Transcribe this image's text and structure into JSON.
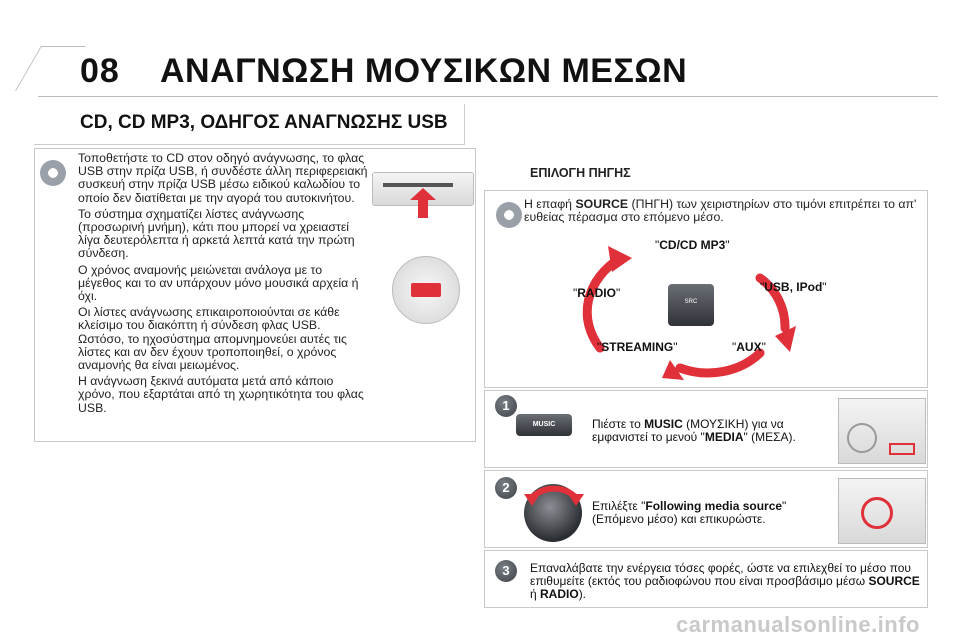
{
  "header": {
    "chapter": "08",
    "title": "ΑΝΑΓΝΩΣΗ ΜΟΥΣΙΚΩΝ ΜΕΣΩΝ",
    "subtitle": "CD, CD MP3, ΟΔΗΓΟΣ ΑΝΑΓΝΩΣΗΣ USB"
  },
  "left": {
    "paragraphs": [
      "Τοποθετήστε το CD στον οδηγό ανάγνωσης, το φλας USB στην πρίζα USB, ή συνδέστε άλλη περιφερειακή συσκευή στην πρίζα USB μέσω ειδικού καλωδίου το οποίο δεν διατίθεται με την αγορά του αυτοκινήτου.",
      "Το σύστημα σχηματίζει λίστες ανάγνωσης (προσωρινή μνήμη), κάτι που μπορεί να χρειαστεί λίγα δευτερόλεπτα ή αρκετά λεπτά κατά την πρώτη σύνδεση.",
      "Ο χρόνος αναμονής μειώνεται ανάλογα με το μέγεθος και το αν υπάρχουν μόνο μουσικά αρχεία ή όχι.",
      "Οι λίστες ανάγνωσης επικαιροποιούνται σε κάθε κλείσιμο του διακόπτη ή σύνδεση φλας USB. Ωστόσο, το ηχοσύστημα απομνημονεύει αυτές τις λίστες και αν δεν έχουν τροποποιηθεί, ο χρόνος αναμονής θα είναι μειωμένος.",
      "Η ανάγνωση ξεκινά αυτόματα μετά από κάποιο χρόνο, που εξαρτάται από τη χωρητικότητα του φλας USB."
    ]
  },
  "source": {
    "heading": "ΕΠΙΛΟΓΗ ΠΗΓΗΣ",
    "text_pre": "Η επαφή ",
    "text_bold": "SOURCE",
    "text_post": " (ΠΗΓΗ) των χειριστηρίων στο τιμόνι επιτρέπει το απ' ευθείας πέρασμα στο επόμενο μέσο.",
    "cycle": [
      "CD/CD MP3",
      "USB, IPod",
      "AUX",
      "STREAMING",
      "RADIO"
    ],
    "button_label": "SRC"
  },
  "steps": [
    {
      "num": "1",
      "pre": "Πιέστε το ",
      "bold": "MUSIC",
      "mid": " (ΜΟΥΣΙΚΗ) για να εμφανιστεί το μενού \"",
      "bold2": "MEDIA",
      "post": "\" (ΜΕΣΑ).",
      "button": "MUSIC"
    },
    {
      "num": "2",
      "pre": "Επιλέξτε \"",
      "bold": "Following media source",
      "post": "\" (Επόμενο μέσο) και επικυρώστε."
    },
    {
      "num": "3",
      "pre": "Επαναλάβατε την ενέργεια τόσες φορές, ώστε να επιλεχθεί το μέσο που επιθυμείτε (εκτός του ραδιοφώνου που είναι προσβάσιμο μέσω ",
      "bold": "SOURCE",
      "mid": " ή ",
      "bold2": "RADIO",
      "post": ")."
    }
  ],
  "watermark": "carmanualsonline.info",
  "colors": {
    "arrow": "#e0303a",
    "icon": "#9aa0a8"
  }
}
